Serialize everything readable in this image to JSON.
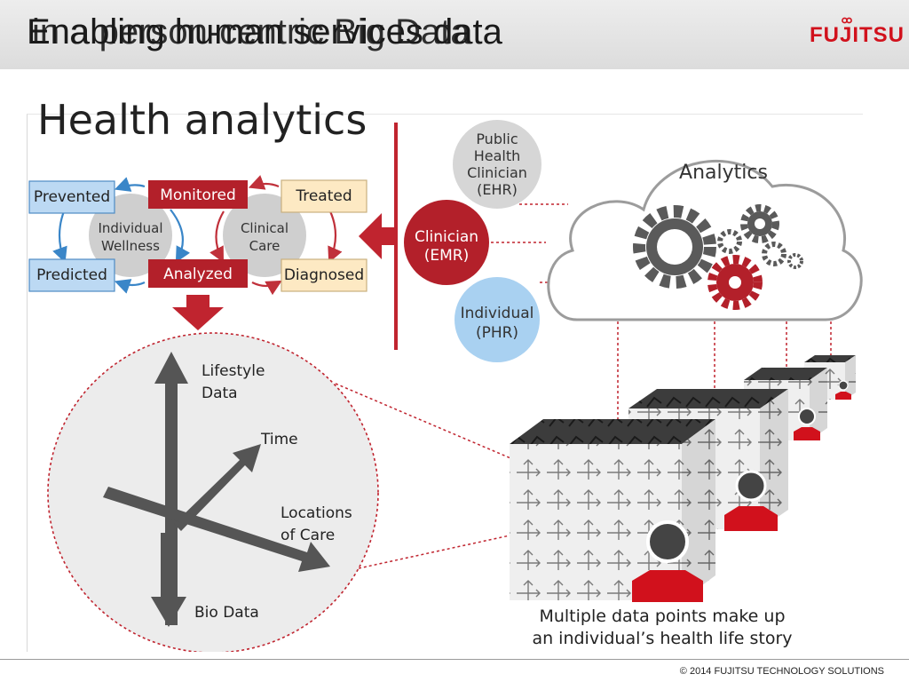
{
  "slide": {
    "title_line_1": "Enabling human services data",
    "title_line_2": "in a person-centric Big Data",
    "logo_text": "FUJITSU",
    "footer": "© 2014 FUJITSU TECHNOLOGY SOLUTIONS"
  },
  "infographic": {
    "title": "Health analytics",
    "cycle": {
      "states": {
        "prevented": "Prevented",
        "monitored": "Monitored",
        "treated": "Treated",
        "predicted": "Predicted",
        "analyzed": "Analyzed",
        "diagnosed": "Diagnosed"
      },
      "wellness_line_1": "Individual",
      "wellness_line_2": "Wellness",
      "care_line_1": "Clinical",
      "care_line_2": "Care"
    },
    "sources": {
      "public_line_1": "Public",
      "public_line_2": "Health",
      "public_line_3": "Clinician",
      "public_line_4": "(EHR)",
      "clinician_line_1": "Clinician",
      "clinician_line_2": "(EMR)",
      "individual_line_1": "Individual",
      "individual_line_2": "(PHR)"
    },
    "cloud_label": "Analytics",
    "axes": {
      "lifestyle_line_1": "Lifestyle",
      "lifestyle_line_2": "Data",
      "time": "Time",
      "locations_line_1": "Locations",
      "locations_line_2": "of Care",
      "bio": "Bio Data"
    },
    "caption_line_1": "Multiple data points make up",
    "caption_line_2": "an individual’s health life story"
  },
  "colors": {
    "brand_red": "#d1111c",
    "cycle_red": "#b3202a",
    "cycle_blue": "#bcd9f3",
    "cycle_tan": "#fde9c3",
    "public_grey": "#d6d6d6",
    "individual_blue": "#a9d1f1",
    "axis_grey": "#555555"
  },
  "icons": [
    "gear-icon",
    "person-icon",
    "data-cube-icon",
    "cloud-icon",
    "arrow-icon"
  ]
}
